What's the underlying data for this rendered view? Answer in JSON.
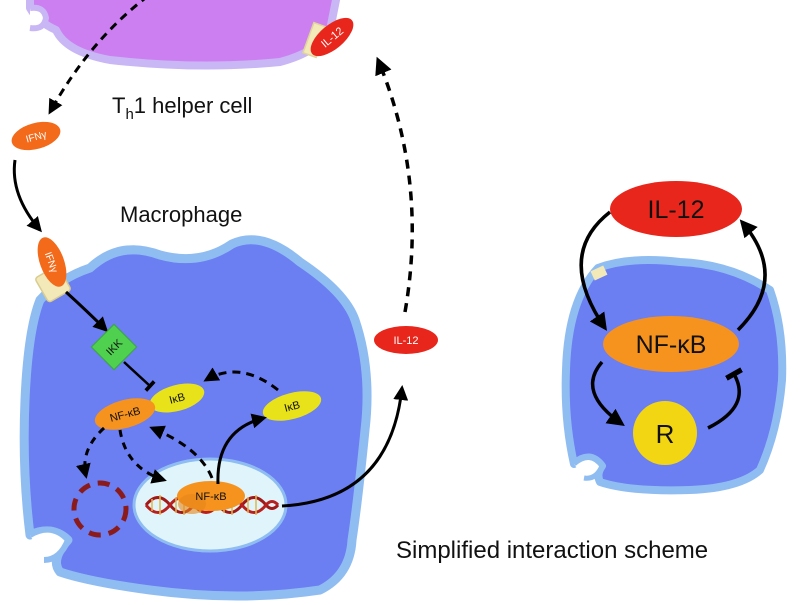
{
  "labels": {
    "th_cell_prefix": "T",
    "th_cell_sub": "h",
    "th_cell_suffix": "1 helper cell",
    "macrophage": "Macrophage",
    "simplified_caption": "Simplified interaction scheme"
  },
  "molecules": {
    "ifng_free": "IFNγ",
    "ifng_bound": "IFNγ",
    "il12_th": "IL-12",
    "il12_free": "IL-12",
    "ikk": "IKK",
    "nfkb_cyto": "NF-κB",
    "ikb_bound": "IκB",
    "ikb_free": "IκB",
    "nfkb_nucleus": "NF-κB"
  },
  "scheme": {
    "il12": "IL-12",
    "nfkb": "NF-κB",
    "r": "R"
  },
  "colors": {
    "th_cell_fill": "#cc7ff0",
    "th_cell_border": "#c9b6f5",
    "macrophage_fill": "#6b7ef2",
    "macrophage_border": "#8fbdf2",
    "nucleus_fill": "#dff5fb",
    "ifng": "#f26a1a",
    "il12": "#e8261c",
    "ikk": "#4fd14f",
    "nfkb": "#f6921e",
    "ikb": "#e8e21a",
    "receptor": "#f2e8b8",
    "dna": "#a01818",
    "degraded": "#8b1a1a"
  }
}
